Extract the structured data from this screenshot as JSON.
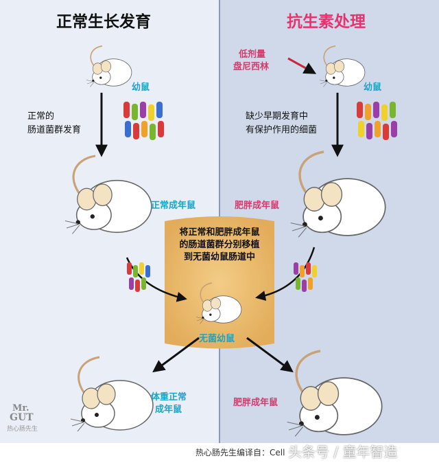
{
  "left_panel": {
    "title": "正常生长发育",
    "young_mouse_label": "幼鼠",
    "gut_dev_label": [
      "正常的",
      "肠道菌群发育"
    ],
    "adult_label": "正常成年鼠",
    "result_label": [
      "体重正常",
      "成年鼠"
    ]
  },
  "right_panel": {
    "title": "抗生素处理",
    "drug_label": [
      "低剂量",
      "盘尼西林"
    ],
    "young_mouse_label": "幼鼠",
    "missing_label": [
      "缺少早期发育中",
      "有保护作用的细菌"
    ],
    "adult_label": "肥胖成年鼠",
    "result_label": "肥胖成年鼠"
  },
  "center": {
    "transplant_text": [
      "将正常和肥胖成年鼠",
      "的肠道菌群分别移植",
      "到无菌幼鼠肠道中"
    ],
    "germfree_label": "无菌幼鼠"
  },
  "logo": {
    "line1": "Mr.",
    "line2": "GUT",
    "sub": "热心肠先生"
  },
  "footer": {
    "credit": "热心肠先生编译自：Cell",
    "watermark": "头条号 / 童年智造"
  },
  "colors": {
    "left_bg": "#e9eef7",
    "right_bg": "#cfd9ea",
    "divider": "#8c99b5",
    "center_box": "#e8b868",
    "cyan": "#1aa6c6",
    "pink": "#d63a6d"
  }
}
